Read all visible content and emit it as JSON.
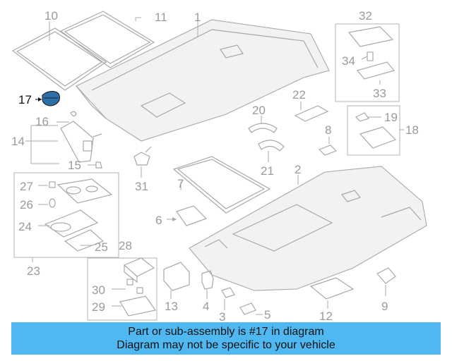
{
  "callouts": {
    "c1": "1",
    "c2": "2",
    "c3": "3",
    "c4": "4",
    "c5": "5",
    "c6": "6",
    "c7": "7",
    "c8": "8",
    "c9": "9",
    "c10": "10",
    "c11": "11",
    "c12": "12",
    "c13": "13",
    "c14": "14",
    "c15": "15",
    "c16": "16",
    "c17": "17",
    "c18": "18",
    "c19": "19",
    "c20": "20",
    "c21": "21",
    "c22": "22",
    "c23": "23",
    "c24": "24",
    "c25": "25",
    "c26": "26",
    "c27": "27",
    "c28": "28",
    "c29": "29",
    "c30": "30",
    "c31": "31",
    "c32": "32",
    "c33": "33",
    "c34": "34"
  },
  "highlighted_part": "17",
  "colors": {
    "banner": "#4fb8f1",
    "line": "#a8a8a8",
    "highlight": "#111111"
  },
  "banner": {
    "line1": "Part or sub-assembly is #17 in diagram",
    "line2": "Diagram may not be specific to your vehicle"
  }
}
